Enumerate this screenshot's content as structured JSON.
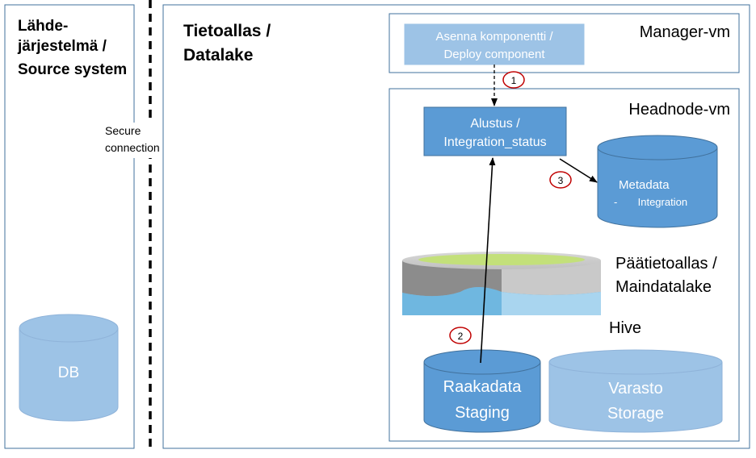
{
  "source_panel": {
    "title_lines": [
      "Lähde-",
      "järjestelmä /",
      "Source system"
    ],
    "db_label": "DB"
  },
  "connection": {
    "label_lines": [
      "Secure",
      "connection"
    ]
  },
  "datalake_panel": {
    "title_lines": [
      "Tietoallas /",
      "Datalake"
    ]
  },
  "manager_vm": {
    "title": "Manager-vm",
    "deploy_lines": [
      "Asenna komponentti /",
      "Deploy component"
    ]
  },
  "headnode_vm": {
    "title": "Headnode-vm",
    "status_lines": [
      "Alustus /",
      "Integration_status"
    ],
    "metadata_label": "Metadata",
    "metadata_sub": "-       Integration",
    "maindatalake_lines": [
      "Päätietoallas /",
      "Maindatalake"
    ],
    "hive_label": "Hive",
    "staging_lines": [
      "Raakadata",
      "Staging"
    ],
    "storage_lines": [
      "Varasto",
      "Storage"
    ]
  },
  "steps": [
    "1",
    "2",
    "3"
  ],
  "colors": {
    "panel_border": "#41719c",
    "box_fill": "#5b9bd5",
    "box_fill_light": "#9dc3e6",
    "box_stroke": "#41719c",
    "step_circle": "#c00000"
  }
}
